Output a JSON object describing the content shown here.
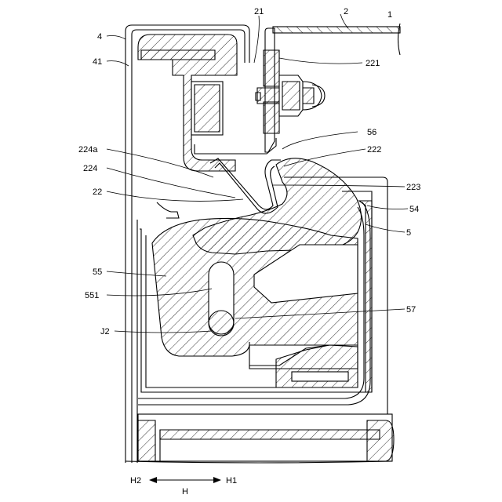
{
  "labels": {
    "l1": "1",
    "l2": "2",
    "l4": "4",
    "l21": "21",
    "l41": "41",
    "l221": "221",
    "l56": "56",
    "l224a": "224a",
    "l222": "222",
    "l224": "224",
    "l223": "223",
    "l22": "22",
    "l54": "54",
    "l5": "5",
    "l55": "55",
    "l551": "551",
    "l57": "57",
    "lJ2": "J2"
  },
  "axis": {
    "left": "H2",
    "right": "H1",
    "name": "H"
  }
}
